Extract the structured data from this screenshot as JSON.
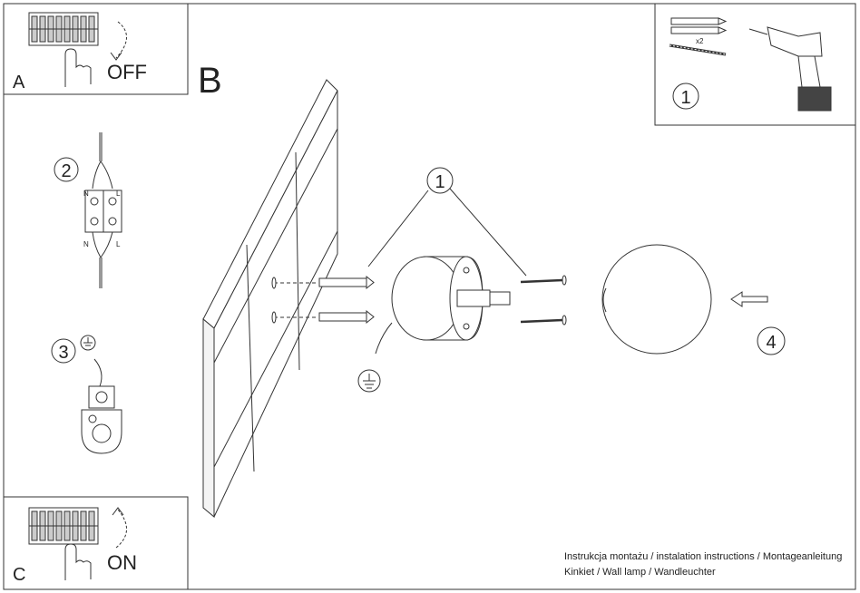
{
  "panels": {
    "a": {
      "letter": "A",
      "switch_label": "OFF"
    },
    "b": {
      "letter": "B"
    },
    "c": {
      "letter": "C",
      "switch_label": "ON"
    }
  },
  "tools": {
    "step": "1",
    "quantity": "x2"
  },
  "steps": {
    "wiring": "2",
    "ground": "3",
    "mount": "1",
    "shade": "4"
  },
  "wiring": {
    "neutral": "N",
    "live": "L"
  },
  "footer": {
    "line1": "Instrukcja montażu / instalation instructions / Montageanleitung",
    "line2": "Kinkiet / Wall lamp / Wandleuchter"
  }
}
